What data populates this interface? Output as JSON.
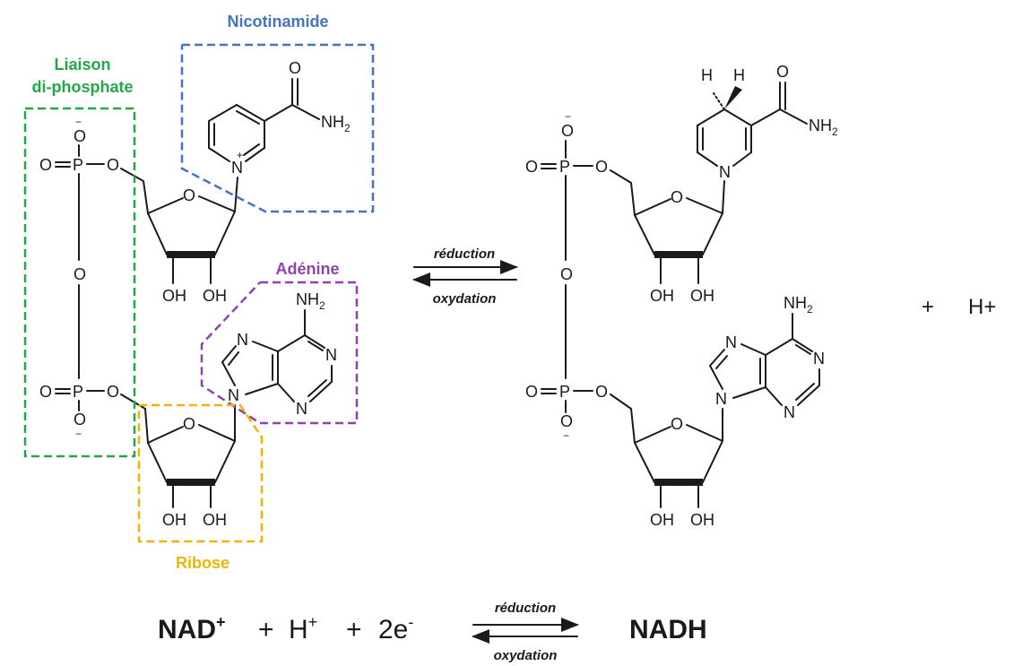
{
  "groups": {
    "nicotinamide": {
      "label": "Nicotinamide",
      "color": "#4472c4"
    },
    "diphosphate": {
      "label_line1": "Liaison",
      "label_line2": "di-phosphate",
      "color": "#22a84a"
    },
    "adenine": {
      "label": "Adénine",
      "color": "#8e44ad"
    },
    "ribose": {
      "label": "Ribose",
      "color": "#f0b400"
    }
  },
  "atoms": {
    "O": "O",
    "P": "P",
    "N": "N",
    "H": "H",
    "OH": "OH",
    "NH2_main": "NH",
    "NH2_sub": "2",
    "minus": "−",
    "plus_charge": "+"
  },
  "reaction_arrows": {
    "top_forward": "réduction",
    "top_reverse": "oxydation",
    "bottom_forward": "réduction",
    "bottom_reverse": "oxydation"
  },
  "right_side": {
    "plus": "+",
    "proton": "H+"
  },
  "equation": {
    "reactant": "NAD",
    "reactant_sup": "+",
    "plus1": "+",
    "proton": "H",
    "proton_sup": "+",
    "plus2": "+",
    "electrons": "2e",
    "electrons_sup": "-",
    "product": "NADH"
  }
}
